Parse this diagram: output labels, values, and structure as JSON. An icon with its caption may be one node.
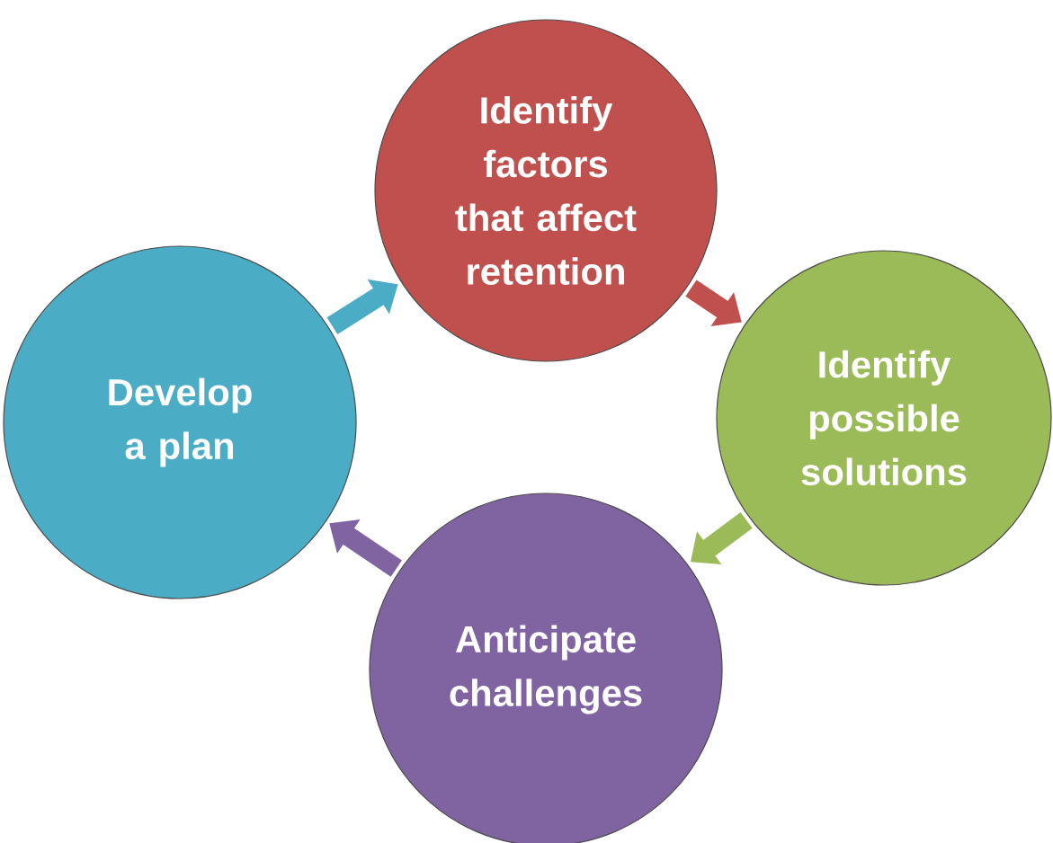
{
  "diagram": {
    "nodes": [
      {
        "text": [
          "Identify factors that affect retention"
        ]
      },
      {
        "text": [
          "Identify possible solutions"
        ]
      },
      {
        "text": [
          "Anticipate challenges"
        ]
      },
      {
        "text": [
          "Develop a plan"
        ]
      }
    ],
    "edges": [
      {
        "from": 3,
        "to": 0,
        "arrow": "to",
        "color": "#4bacc6"
      },
      {
        "from": 0,
        "to": 1,
        "arrow": "to",
        "color": "#c0504d"
      },
      {
        "from": 1,
        "to": 2,
        "arrow": "to",
        "color": "#9bbb59"
      },
      {
        "from": 2,
        "to": 3,
        "arrow": "to",
        "color": "#8064a2"
      }
    ]
  }
}
